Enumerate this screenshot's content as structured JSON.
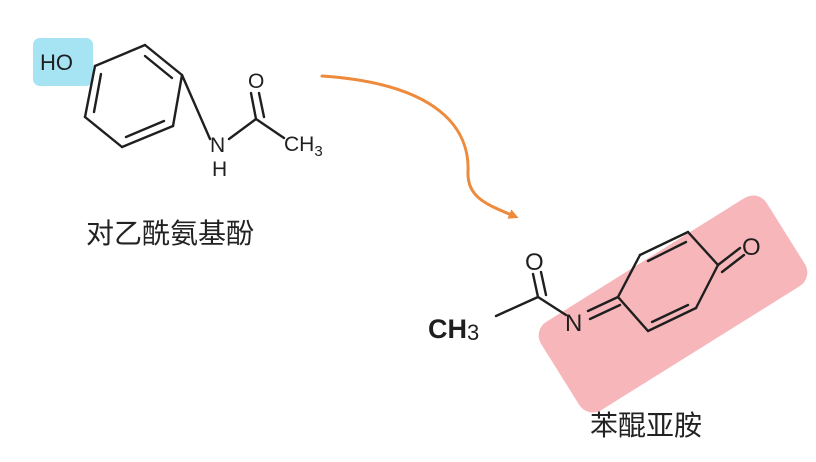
{
  "colors": {
    "hydroxyl_highlight": "#a6e3f3",
    "imine_ring_highlight": "#f7b7ba",
    "arrow": "#ee8a3c",
    "bond": "#1f1f1f"
  },
  "molecule_1": {
    "name": "对乙酰氨基酚",
    "atoms": {
      "hydroxyl": "HO",
      "nitrogen": "N",
      "hydrogen": "H",
      "oxygen": "O",
      "methyl_c": "CH",
      "methyl_sub": "3"
    }
  },
  "molecule_2": {
    "name": "苯醌亚胺",
    "atoms": {
      "oxygen_top": "O",
      "oxygen_ring": "O",
      "nitrogen": "N",
      "methyl_c": "CH",
      "methyl_sub": "3"
    }
  }
}
